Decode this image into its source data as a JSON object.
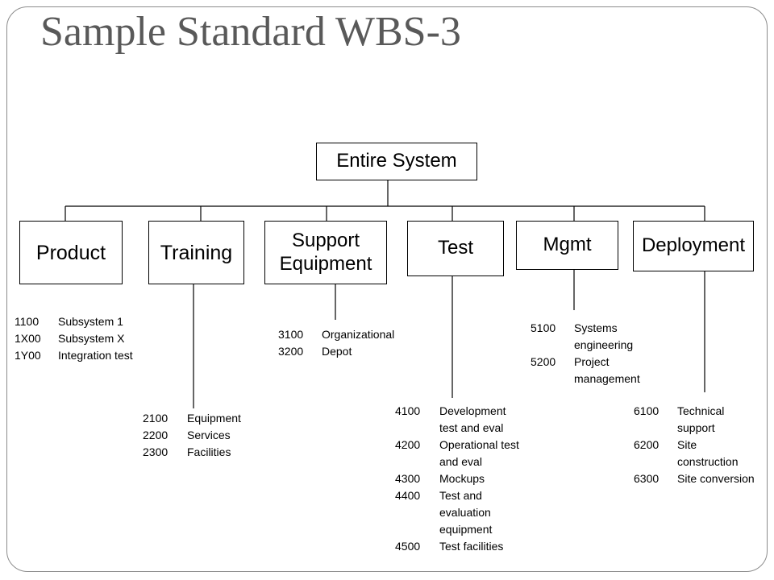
{
  "title": "Sample Standard WBS-3",
  "root": "Entire System",
  "categories": [
    {
      "name": "Product",
      "items": [
        {
          "code": "1100",
          "desc": "Subsystem 1"
        },
        {
          "code": "1X00",
          "desc": "Subsystem X"
        },
        {
          "code": "1Y00",
          "desc": "Integration test"
        }
      ]
    },
    {
      "name": "Training",
      "items": [
        {
          "code": "2100",
          "desc": "Equipment"
        },
        {
          "code": "2200",
          "desc": "Services"
        },
        {
          "code": "2300",
          "desc": "Facilities"
        }
      ]
    },
    {
      "name": "Support\nEquipment",
      "items": [
        {
          "code": "3100",
          "desc": "Organizational"
        },
        {
          "code": "3200",
          "desc": "Depot"
        }
      ]
    },
    {
      "name": "Test",
      "items": [
        {
          "code": "4100",
          "desc": "Development\ntest and eval"
        },
        {
          "code": "4200",
          "desc": "Operational test\nand eval"
        },
        {
          "code": "4300",
          "desc": "Mockups"
        },
        {
          "code": "4400",
          "desc": "Test and\nevaluation\nequipment"
        },
        {
          "code": "4500",
          "desc": "Test facilities"
        }
      ]
    },
    {
      "name": "Mgmt",
      "items": [
        {
          "code": "5100",
          "desc": "Systems\nengineering"
        },
        {
          "code": "5200",
          "desc": "Project\nmanagement"
        }
      ]
    },
    {
      "name": "Deployment",
      "items": [
        {
          "code": "6100",
          "desc": "Technical\nsupport"
        },
        {
          "code": "6200",
          "desc": "Site\nconstruction"
        },
        {
          "code": "6300",
          "desc": "Site conversion"
        }
      ]
    }
  ]
}
